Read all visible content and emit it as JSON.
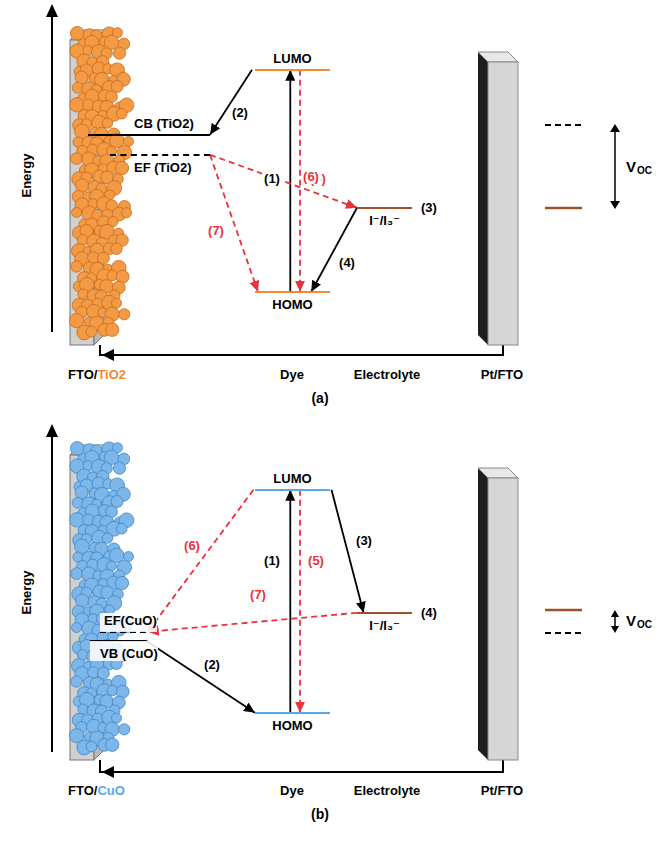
{
  "diagram": {
    "nodes": [
      {
        "text": [
          "LUMO"
        ]
      },
      {
        "text": [
          "HOMO"
        ]
      },
      {
        "text": [
          "CB (TiO2)"
        ]
      },
      {
        "text": [
          "EF (TiO2)"
        ]
      },
      {
        "text": [
          "I⁻/I₃⁻"
        ]
      },
      {
        "text": [
          "LUMO"
        ]
      },
      {
        "text": [
          "HOMO"
        ]
      },
      {
        "text": [
          "EF(CuO)"
        ]
      },
      {
        "text": [
          "VB (CuO)"
        ]
      },
      {
        "text": [
          "I⁻/I₃⁻"
        ]
      }
    ],
    "edges": [
      {
        "from": 1,
        "to": 0,
        "arrow": "to",
        "label": "(1)"
      },
      {
        "from": 0,
        "to": 1,
        "arrow": "to",
        "label": "(5)"
      },
      {
        "from": 0,
        "to": 2,
        "arrow": "to",
        "label": "(2)"
      },
      {
        "from": 3,
        "to": 4,
        "arrow": "to",
        "label": "(6)"
      },
      {
        "from": 3,
        "to": 1,
        "arrow": "to",
        "label": "(7)"
      },
      {
        "from": 4,
        "to": 1,
        "arrow": "to",
        "label": "(4)"
      },
      {
        "from": 6,
        "to": 5,
        "arrow": "to",
        "label": "(1)"
      },
      {
        "from": 5,
        "to": 6,
        "arrow": "to",
        "label": "(5)"
      },
      {
        "from": 5,
        "to": 9,
        "arrow": "to",
        "label": "(3)"
      },
      {
        "from": 5,
        "to": 7,
        "arrow": "to",
        "label": "(6)"
      },
      {
        "from": 9,
        "to": 7,
        "arrow": "to",
        "label": "(7)"
      },
      {
        "from": 8,
        "to": 6,
        "arrow": "to",
        "label": "(2)"
      }
    ],
    "labels": [
      "Energy",
      "(3)",
      "V",
      "OC",
      "FTO/",
      "TiO2",
      "Dye",
      "Electrolyte",
      "Pt/FTO",
      "(a)",
      "Energy",
      "(4)",
      "V",
      "OC",
      "FTO/",
      "CuO",
      "Dye",
      "Electrolyte",
      "Pt/FTO",
      "(b)"
    ]
  }
}
